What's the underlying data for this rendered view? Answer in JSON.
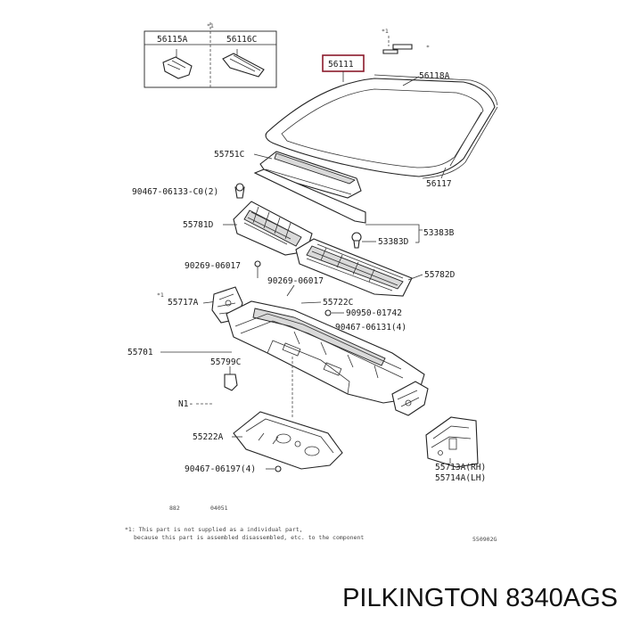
{
  "parts": {
    "p56115a": "56115A",
    "p56116c": "56116C",
    "star_top": "*1",
    "star_small": "*1",
    "p56111": "56111",
    "p56118a": "56118A",
    "p55751c": "55751C",
    "p56117": "56117",
    "p90467_06133": "90467-06133-C0(2)",
    "p55781d": "55781D",
    "p53383b": "53383B",
    "p53383d": "53383D",
    "p90269_a": "90269-06017",
    "p55782d": "55782D",
    "p90269_b": "90269-06017",
    "star_left": "*1",
    "p55717a": "55717A",
    "p55722c": "55722C",
    "p90950": "90950-01742",
    "p90467_06131": "90467-06131(4)",
    "p55701": "55701",
    "p55799c": "55799C",
    "n1": "N1-",
    "p55222a": "55222A",
    "p90467_06197": "90467-06197(4)",
    "p55713a": "55713A(RH)",
    "p55714a": "55714A(LH)"
  },
  "footnote": {
    "ref_left": "882 ",
    "ref_right": "04051",
    "line1": "*1: This part is not supplied as a individual part,",
    "line2": "because this part is assembled disassembled, etc. to the component",
    "drawing_code": "550902G"
  },
  "caption": "PILKINGTON 8340AGS",
  "colors": {
    "highlight_box": "#8b1a2b",
    "line": "#222222",
    "shade": "#d9d9d9"
  }
}
